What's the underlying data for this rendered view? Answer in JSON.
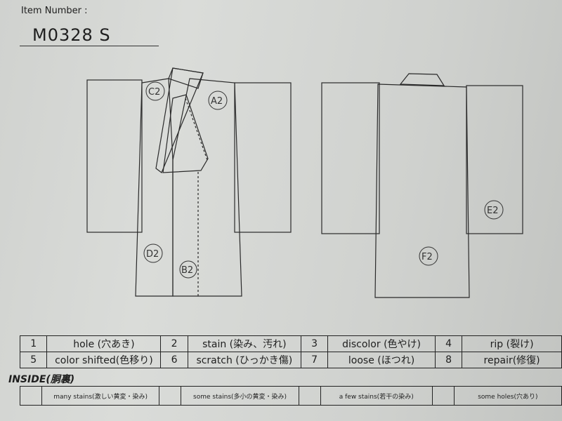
{
  "header": {
    "item_number_label": "Item Number :",
    "item_number_value": "M0328  S"
  },
  "front_marks": [
    "C2",
    "A2",
    "D2",
    "B2"
  ],
  "back_marks": [
    "E2",
    "F2"
  ],
  "legend": [
    [
      {
        "num": "1",
        "label": "hole (穴あき)"
      },
      {
        "num": "2",
        "label": "stain (染み、汚れ)"
      },
      {
        "num": "3",
        "label": "discolor (色やけ)"
      },
      {
        "num": "4",
        "label": "rip (裂け)"
      }
    ],
    [
      {
        "num": "5",
        "label": "color shifted(色移り)"
      },
      {
        "num": "6",
        "label": "scratch (ひっかき傷)"
      },
      {
        "num": "7",
        "label": "loose (ほつれ)"
      },
      {
        "num": "8",
        "label": "repair(修復)"
      }
    ]
  ],
  "inside": {
    "title": "INSIDE(胴裏)",
    "items": [
      "many stains(激しい黄変・染み)",
      "some stains(多小の黄変・染み)",
      "a few stains(若干の染み)",
      "some holes(穴あり)"
    ]
  }
}
